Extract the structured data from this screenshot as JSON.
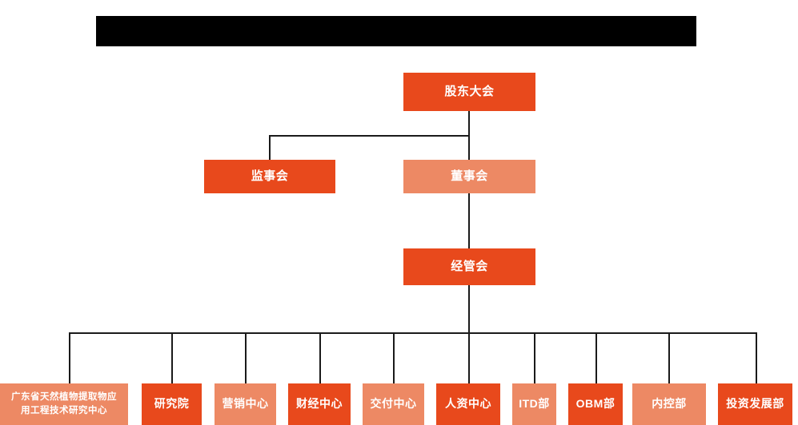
{
  "chart_data": {
    "type": "diagram",
    "title": "",
    "diagram_kind": "organization-chart",
    "orientation": "top-down",
    "colors": {
      "node_dark": "#E8491C",
      "node_light": "#ED8964",
      "connector": "#1a1a1a",
      "redaction_bar": "#000000",
      "background": "#FFFFFF",
      "node_text": "#FFFFFF"
    },
    "levels": [
      {
        "level": 1,
        "nodes": [
          "股东大会"
        ]
      },
      {
        "level": 2,
        "nodes": [
          "监事会",
          "董事会"
        ]
      },
      {
        "level": 3,
        "nodes": [
          "经管会"
        ]
      },
      {
        "level": 4,
        "nodes": [
          "广东省天然植物提取物应用工程技术研究中心",
          "研究院",
          "营销中心",
          "财经中心",
          "交付中心",
          "人资中心",
          "ITD部",
          "OBM部",
          "内控部",
          "投资发展部"
        ]
      }
    ],
    "edges": [
      {
        "from": "股东大会",
        "to": "监事会"
      },
      {
        "from": "股东大会",
        "to": "董事会"
      },
      {
        "from": "董事会",
        "to": "经管会"
      },
      {
        "from": "经管会",
        "to": "广东省天然植物提取物应用工程技术研究中心"
      },
      {
        "from": "经管会",
        "to": "研究院"
      },
      {
        "from": "经管会",
        "to": "营销中心"
      },
      {
        "from": "经管会",
        "to": "财经中心"
      },
      {
        "from": "经管会",
        "to": "交付中心"
      },
      {
        "from": "经管会",
        "to": "人资中心"
      },
      {
        "from": "经管会",
        "to": "ITD部"
      },
      {
        "from": "经管会",
        "to": "OBM部"
      },
      {
        "from": "经管会",
        "to": "内控部"
      },
      {
        "from": "经管会",
        "to": "投资发展部"
      }
    ]
  },
  "header": {
    "redaction_label": ""
  },
  "chart": {
    "level1": {
      "shareholders": {
        "label": "股东大会",
        "style": "dark"
      }
    },
    "level2": {
      "supervisors": {
        "label": "监事会",
        "style": "dark"
      },
      "directors": {
        "label": "董事会",
        "style": "light"
      }
    },
    "level3": {
      "management": {
        "label": "经管会",
        "style": "dark"
      }
    },
    "level4": [
      {
        "label_line1": "广东省天然植物提取物应",
        "label_line2": "用工程技术研究中心",
        "full_label": "广东省天然植物提取物应用工程技术研究中心",
        "style": "light"
      },
      {
        "label": "研究院",
        "style": "dark"
      },
      {
        "label": "营销中心",
        "style": "light"
      },
      {
        "label": "财经中心",
        "style": "dark"
      },
      {
        "label": "交付中心",
        "style": "light"
      },
      {
        "label": "人资中心",
        "style": "dark"
      },
      {
        "label": "ITD部",
        "style": "light"
      },
      {
        "label": "OBM部",
        "style": "dark"
      },
      {
        "label": "内控部",
        "style": "light"
      },
      {
        "label": "投资发展部",
        "style": "dark"
      }
    ]
  }
}
